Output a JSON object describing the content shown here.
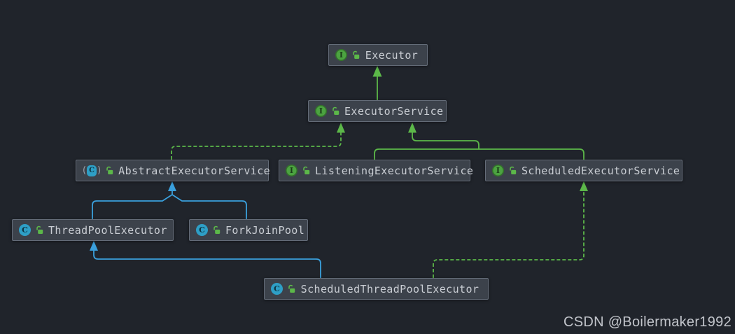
{
  "diagram": {
    "nodes": {
      "executor": {
        "label": "Executor",
        "type": "interface",
        "visibility": "public"
      },
      "executor_service": {
        "label": "ExecutorService",
        "type": "interface",
        "visibility": "public"
      },
      "abstract_executor_service": {
        "label": "AbstractExecutorService",
        "type": "abstract-class",
        "visibility": "public"
      },
      "listening_executor_service": {
        "label": "ListeningExecutorService",
        "type": "interface",
        "visibility": "public"
      },
      "scheduled_executor_service": {
        "label": "ScheduledExecutorService",
        "type": "interface",
        "visibility": "public"
      },
      "thread_pool_executor": {
        "label": "ThreadPoolExecutor",
        "type": "class",
        "visibility": "public"
      },
      "fork_join_pool": {
        "label": "ForkJoinPool",
        "type": "class",
        "visibility": "public"
      },
      "scheduled_thread_pool_executor": {
        "label": "ScheduledThreadPoolExecutor",
        "type": "class",
        "visibility": "public"
      }
    },
    "edges": [
      {
        "from": "ExecutorService",
        "to": "Executor",
        "relation": "extends",
        "line": "solid",
        "color": "green"
      },
      {
        "from": "AbstractExecutorService",
        "to": "ExecutorService",
        "relation": "implements",
        "line": "dashed",
        "color": "green"
      },
      {
        "from": "ListeningExecutorService",
        "to": "ExecutorService",
        "relation": "extends",
        "line": "solid",
        "color": "green"
      },
      {
        "from": "ScheduledExecutorService",
        "to": "ExecutorService",
        "relation": "extends",
        "line": "solid",
        "color": "green"
      },
      {
        "from": "ThreadPoolExecutor",
        "to": "AbstractExecutorService",
        "relation": "extends",
        "line": "solid",
        "color": "blue"
      },
      {
        "from": "ForkJoinPool",
        "to": "AbstractExecutorService",
        "relation": "extends",
        "line": "solid",
        "color": "blue"
      },
      {
        "from": "ScheduledThreadPoolExecutor",
        "to": "ThreadPoolExecutor",
        "relation": "extends",
        "line": "solid",
        "color": "blue"
      },
      {
        "from": "ScheduledThreadPoolExecutor",
        "to": "ScheduledExecutorService",
        "relation": "implements",
        "line": "dashed",
        "color": "green"
      }
    ],
    "icons": {
      "interface_letter": "I",
      "class_letter": "C",
      "abstract_paren_open": "(",
      "abstract_paren_close": ")",
      "lock": "open-lock"
    },
    "colors": {
      "background": "#20242b",
      "node_bg": "#3c424b",
      "node_border": "#646c78",
      "node_text": "#c9cdd3",
      "green": "#5cb849",
      "blue": "#3aa0dd",
      "interface_icon": "#4ca341",
      "class_icon": "#2e9fc6",
      "watermark": "#c2c5cb"
    }
  },
  "watermark": {
    "text": "CSDN @Boilermaker1992"
  }
}
